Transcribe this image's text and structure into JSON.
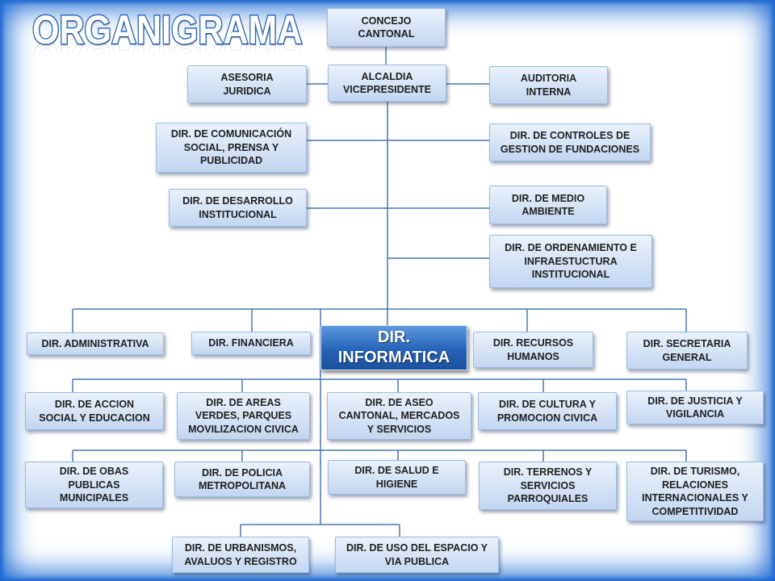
{
  "title": "ORGANIGRAMA",
  "colors": {
    "title_outline": "#2a6cc6",
    "node_fill": "#d5e3f5",
    "node_border": "#9fbbe0",
    "highlight_fill": "#2563b8",
    "connector": "#4a76b3",
    "frame_glow": "#1c6ad4"
  },
  "nodes": {
    "concejo_cantonal": "CONCEJO\nCANTONAL",
    "alcaldia": "ALCALDIA\nVICEPRESIDENTE",
    "asesoria_juridica": "ASESORIA\nJURIDICA",
    "auditoria_interna": "AUDITORIA\nINTERNA",
    "comunicacion_social": "DIR. DE COMUNICACIÓN\nSOCIAL, PRENSA Y\nPUBLICIDAD",
    "controles_gestion": "DIR. DE CONTROLES DE\nGESTION DE FUNDACIONES",
    "desarrollo_institucional": "DIR. DE DESARROLLO\nINSTITUCIONAL",
    "medio_ambiente": "DIR. DE MEDIO\nAMBIENTE",
    "ordenamiento": "DIR. DE ORDENAMIENTO E\nINFRAESTUCTURA\nINSTITUCIONAL",
    "administrativa": "DIR. ADMINISTRATIVA",
    "financiera": "DIR. FINANCIERA",
    "informatica": "DIR.\nINFORMATICA",
    "recursos_humanos": "DIR. RECURSOS\nHUMANOS",
    "secretaria_general": "DIR. SECRETARIA\nGENERAL",
    "accion_social": "DIR. DE ACCION\nSOCIAL Y EDUCACION",
    "areas_verdes": "DIR. DE AREAS\nVERDES, PARQUES\nMOVILIZACION CIVICA",
    "aseo_cantonal": "DIR. DE ASEO\nCANTONAL, MERCADOS\nY SERVICIOS",
    "cultura": "DIR. DE CULTURA Y\nPROMOCION CIVICA",
    "justicia": "DIR. DE JUSTICIA Y\nVIGILANCIA",
    "obras_publicas": "DIR. DE OBAS\nPUBLICAS\nMUNICIPALES",
    "policia": "DIR. DE POLICIA\nMETROPOLITANA",
    "salud": "DIR. DE SALUD E\nHIGIENE",
    "terrenos": "DIR. TERRENOS Y\nSERVICIOS\nPARROQUIALES",
    "turismo": "DIR. DE TURISMO,\nRELACIONES\nINTERNACIONALES Y\nCOMPETITIVIDAD",
    "urbanismos": "DIR. DE URBANISMOS,\nAVALUOS Y REGISTRO",
    "uso_espacio": "DIR. DE USO DEL ESPACIO Y\nVIA PUBLICA"
  }
}
